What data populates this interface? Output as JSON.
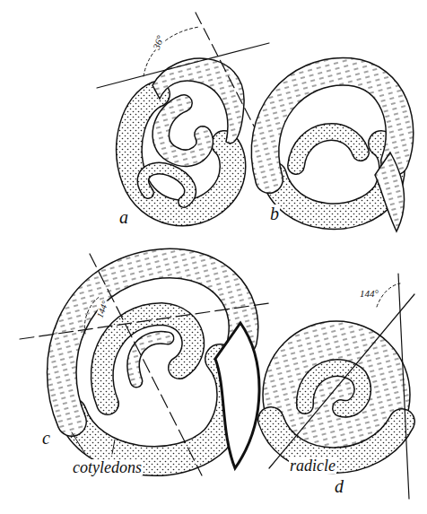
{
  "diagram": {
    "labels": [
      "36°",
      "a",
      "b",
      "144°",
      "c",
      "cotyledons",
      "radicle",
      "144°",
      "d"
    ]
  }
}
